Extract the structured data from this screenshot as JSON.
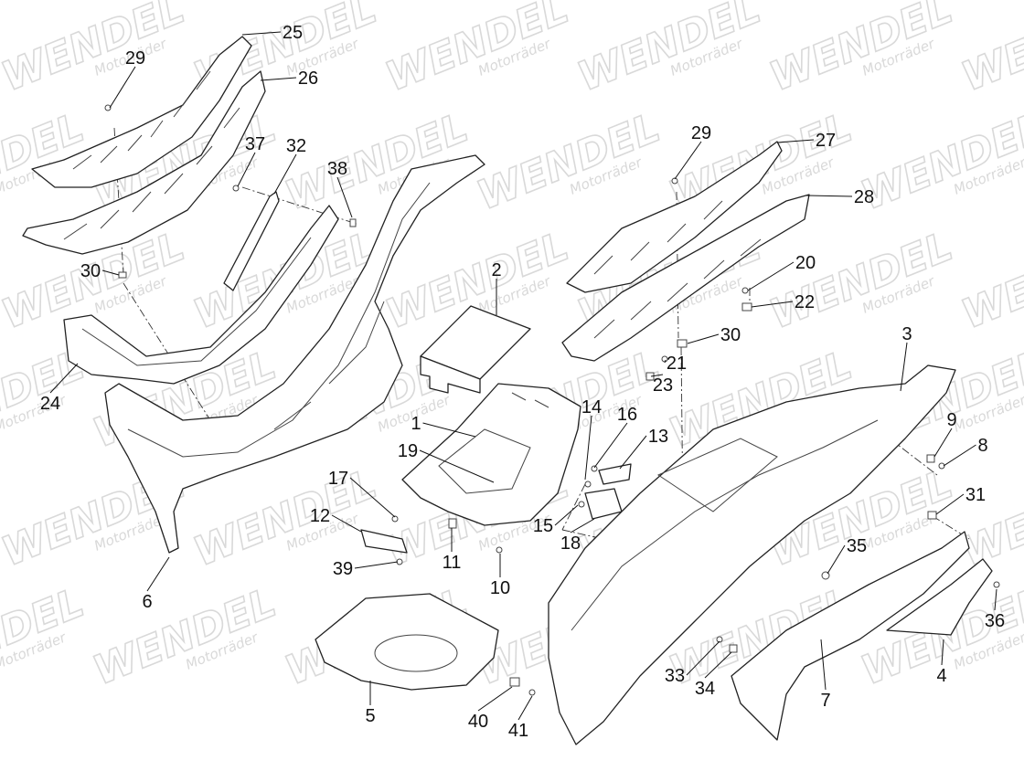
{
  "watermark": {
    "brand": "WENDEL",
    "sub": "Motorräder"
  },
  "callouts": [
    "1",
    "2",
    "3",
    "4",
    "5",
    "6",
    "7",
    "8",
    "9",
    "10",
    "11",
    "12",
    "13",
    "14",
    "15",
    "16",
    "17",
    "18",
    "19",
    "20",
    "21",
    "22",
    "23",
    "24",
    "25",
    "26",
    "27",
    "28",
    "29",
    "29",
    "30",
    "30",
    "31",
    "32",
    "33",
    "34",
    "35",
    "36",
    "37",
    "38",
    "39",
    "40",
    "41"
  ],
  "colors": {
    "line": "#222222",
    "watermark": "#d9d9d9",
    "background": "#ffffff"
  }
}
